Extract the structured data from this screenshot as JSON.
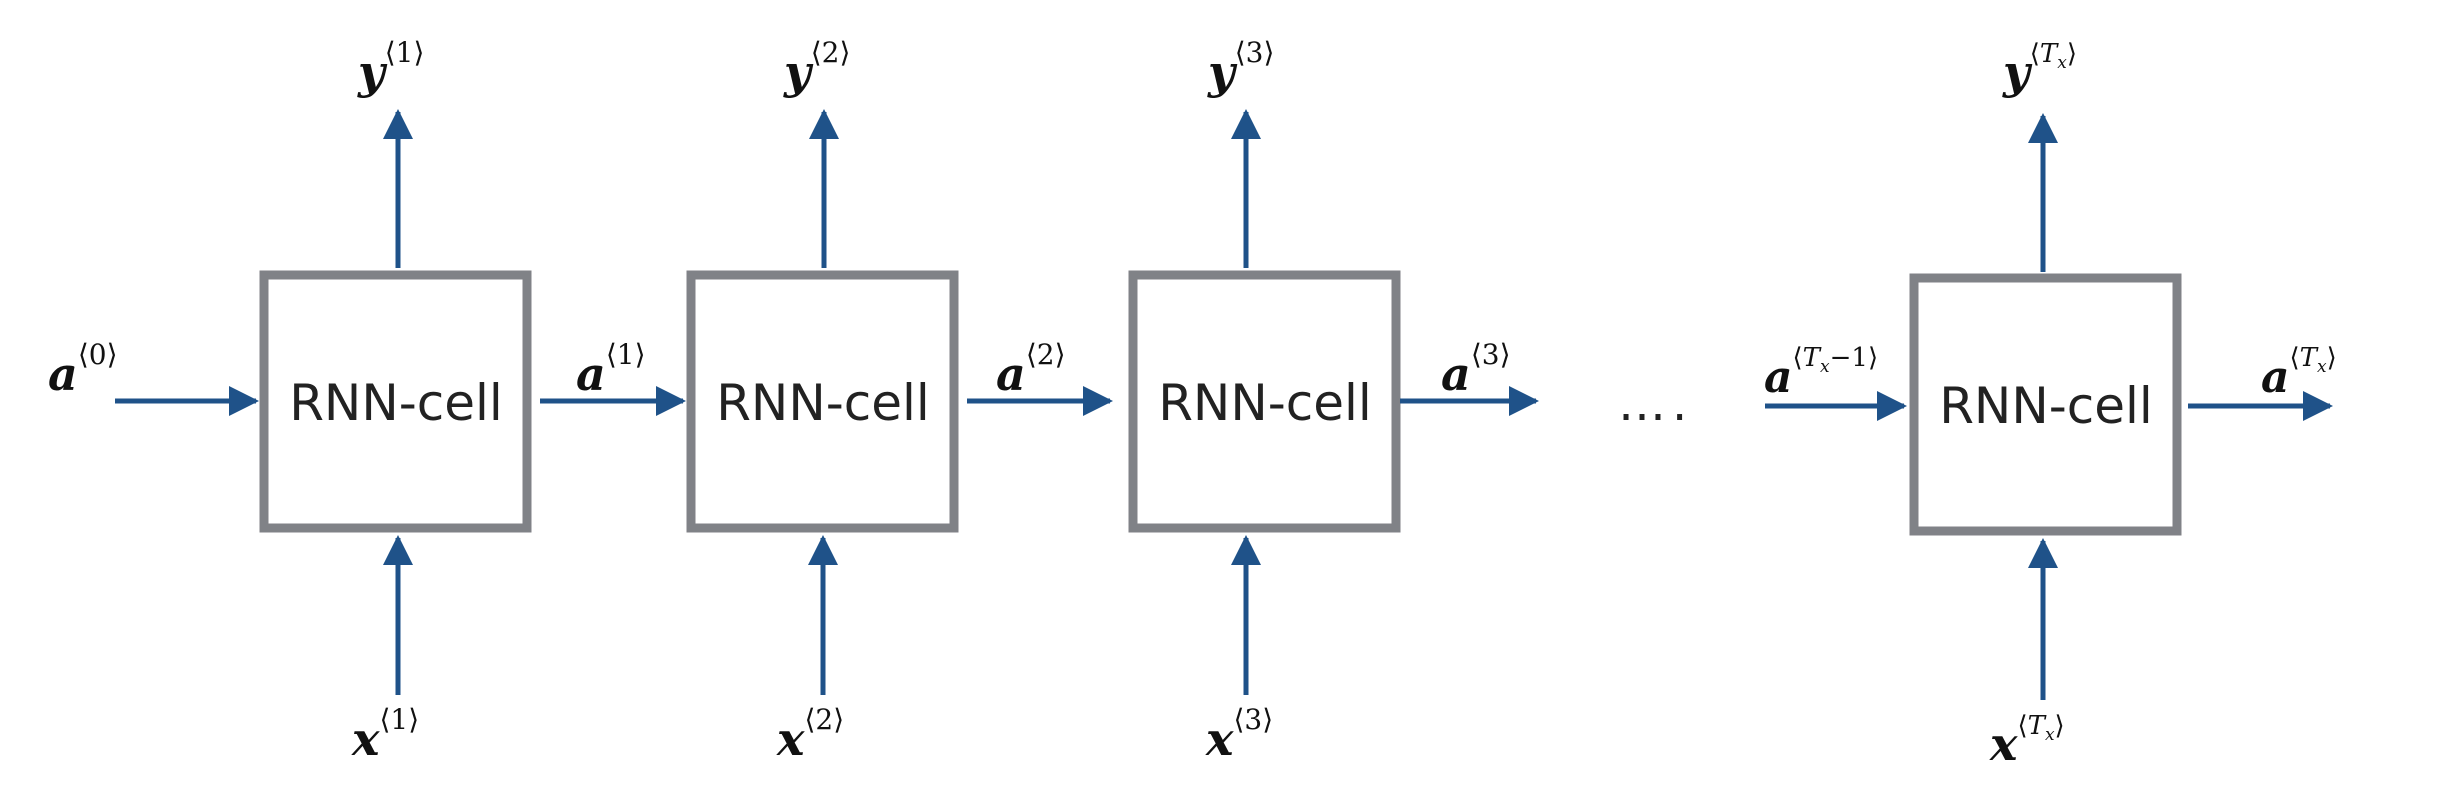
{
  "cell_label": "RNN-cell",
  "ellipsis": "….",
  "colors": {
    "arrow": "#1f5289",
    "box": "#808287",
    "text": "#111111"
  },
  "labels": {
    "a0": {
      "base": "a",
      "open": "⟨",
      "idx": "0",
      "close": "⟩"
    },
    "a1": {
      "base": "a",
      "open": "⟨",
      "idx": "1",
      "close": "⟩"
    },
    "a2": {
      "base": "a",
      "open": "⟨",
      "idx": "2",
      "close": "⟩"
    },
    "a3": {
      "base": "a",
      "open": "⟨",
      "idx": "3",
      "close": "⟩"
    },
    "aTxm1": {
      "base": "a",
      "open": "⟨",
      "var": "T",
      "sub": "x",
      "rest": "−1",
      "close": "⟩"
    },
    "aTx": {
      "base": "a",
      "open": "⟨",
      "var": "T",
      "sub": "x",
      "close": "⟩"
    },
    "y1": {
      "base": "y",
      "open": "⟨",
      "idx": "1",
      "close": "⟩"
    },
    "y2": {
      "base": "y",
      "open": "⟨",
      "idx": "2",
      "close": "⟩"
    },
    "y3": {
      "base": "y",
      "open": "⟨",
      "idx": "3",
      "close": "⟩"
    },
    "yTx": {
      "base": "y",
      "open": "⟨",
      "var": "T",
      "sub": "x",
      "close": "⟩"
    },
    "x1": {
      "base": "x",
      "open": "⟨",
      "idx": "1",
      "close": "⟩"
    },
    "x2": {
      "base": "x",
      "open": "⟨",
      "idx": "2",
      "close": "⟩"
    },
    "x3": {
      "base": "x",
      "open": "⟨",
      "idx": "3",
      "close": "⟩"
    },
    "xTx": {
      "base": "x",
      "open": "⟨",
      "var": "T",
      "sub": "x",
      "close": "⟩"
    }
  }
}
